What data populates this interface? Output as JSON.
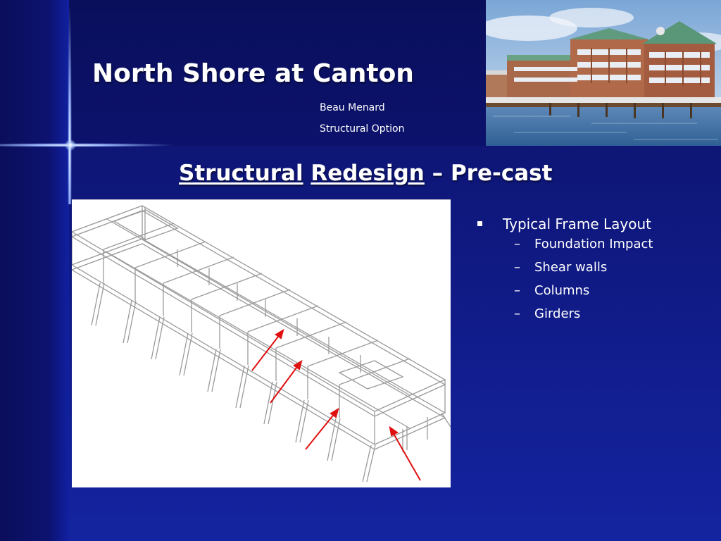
{
  "slide": {
    "title": "North Shore at Canton",
    "author": "Beau Menard",
    "option": "Structural Option",
    "heading": {
      "word1": "Structural",
      "word2": "Redesign",
      "rest": "– Pre-cast"
    },
    "bullets": [
      {
        "text": "Typical Frame Layout",
        "sub": [
          {
            "dash": "–",
            "text": "Foundation Impact"
          },
          {
            "dash": "–",
            "text": "Shear walls"
          },
          {
            "dash": "–",
            "text": "Columns"
          },
          {
            "dash": "–",
            "text": "Girders"
          }
        ]
      }
    ]
  },
  "colors": {
    "background": "#0f1680",
    "text": "#ffffff",
    "arrow": "#e01010"
  }
}
